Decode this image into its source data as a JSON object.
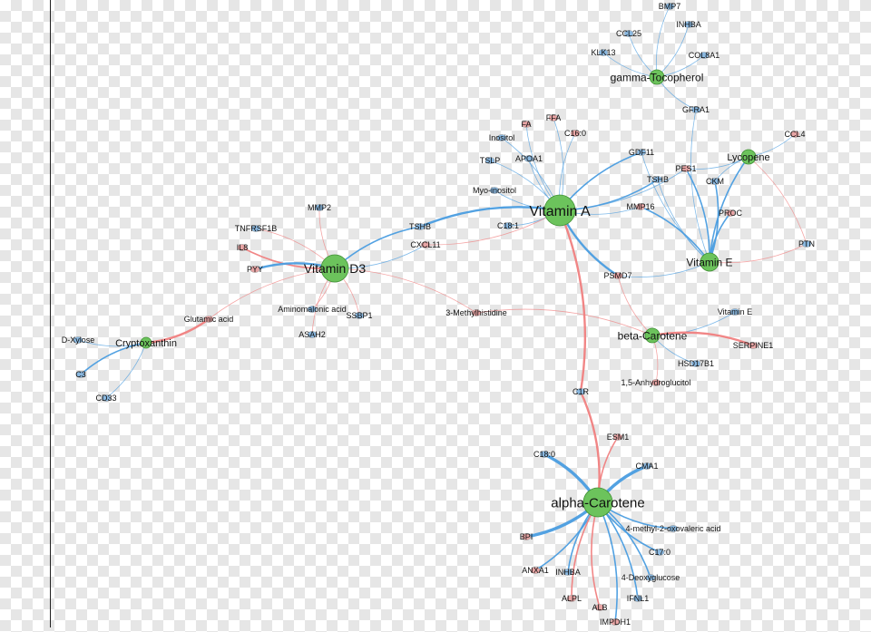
{
  "colors": {
    "positive": "#f08080",
    "negative": "#4a9de0",
    "hub_fill": "#6cc35c",
    "hub_stroke": "#3f8f33",
    "leaf_pos": "#e8a5a5",
    "leaf_neg": "#8ab8e0"
  },
  "hubs": [
    {
      "id": "vitA",
      "label": "Vitamin A"
    },
    {
      "id": "vitD3",
      "label": "Vitamin D3"
    },
    {
      "id": "vitE",
      "label": "Vitamin E"
    },
    {
      "id": "gtoc",
      "label": "gamma-Tocopherol"
    },
    {
      "id": "lyco",
      "label": "Lycopene"
    },
    {
      "id": "bcar",
      "label": "beta-Carotene"
    },
    {
      "id": "acar",
      "label": "alpha-Carotene"
    },
    {
      "id": "cryp",
      "label": "Cryptoxanthin"
    }
  ],
  "nodes": [
    {
      "id": "BMP7",
      "label": "BMP7",
      "type": "neg"
    },
    {
      "id": "INHBA1",
      "label": "INHBA",
      "type": "neg"
    },
    {
      "id": "CCL25",
      "label": "CCL25",
      "type": "neg"
    },
    {
      "id": "COL8A1",
      "label": "COL8A1",
      "type": "neg"
    },
    {
      "id": "KLK13",
      "label": "KLK13",
      "type": "neg"
    },
    {
      "id": "GFRA1",
      "label": "GFRA1",
      "type": "neg"
    },
    {
      "id": "FA",
      "label": "FA",
      "type": "pos"
    },
    {
      "id": "FFA",
      "label": "FFA",
      "type": "pos"
    },
    {
      "id": "C160",
      "label": "C16:0",
      "type": "pos"
    },
    {
      "id": "Inositol",
      "label": "Inositol",
      "type": "neg"
    },
    {
      "id": "GDF11",
      "label": "GDF11",
      "type": "neg"
    },
    {
      "id": "CCL4",
      "label": "CCL4",
      "type": "pos"
    },
    {
      "id": "TSLP",
      "label": "TSLP",
      "type": "neg"
    },
    {
      "id": "APOA1",
      "label": "APOA1",
      "type": "neg"
    },
    {
      "id": "PES1",
      "label": "PES1",
      "type": "pos"
    },
    {
      "id": "TSHB1",
      "label": "TSHB",
      "type": "neg"
    },
    {
      "id": "CKM",
      "label": "CKM",
      "type": "neg"
    },
    {
      "id": "MyoInositol",
      "label": "Myo-inositol",
      "type": "neg"
    },
    {
      "id": "MMP2",
      "label": "MMP2",
      "type": "neg"
    },
    {
      "id": "MMP16",
      "label": "MMP16",
      "type": "pos"
    },
    {
      "id": "PROC",
      "label": "PROC",
      "type": "pos"
    },
    {
      "id": "C181",
      "label": "C18:1",
      "type": "neg"
    },
    {
      "id": "TNFRSF1B",
      "label": "TNFRSF1B",
      "type": "neg"
    },
    {
      "id": "TSHB2",
      "label": "TSHB",
      "type": "neg"
    },
    {
      "id": "IL8",
      "label": "IL8",
      "type": "pos"
    },
    {
      "id": "CXCL11",
      "label": "CXCL11",
      "type": "pos"
    },
    {
      "id": "PTN",
      "label": "PTN",
      "type": "neg"
    },
    {
      "id": "PYY",
      "label": "PYY",
      "type": "pos"
    },
    {
      "id": "PSMD7",
      "label": "PSMD7",
      "type": "pos"
    },
    {
      "id": "Aminomalonic",
      "label": "Aminomalonic acid",
      "type": "neg"
    },
    {
      "id": "VitEleaf",
      "label": "Vitamin E",
      "type": "neg"
    },
    {
      "id": "Glutamic",
      "label": "Glutamic acid",
      "type": "pos"
    },
    {
      "id": "SSBP1",
      "label": "SSBP1",
      "type": "neg"
    },
    {
      "id": "Methylhist",
      "label": "3-Methylhistidine",
      "type": "pos"
    },
    {
      "id": "DXylose",
      "label": "D-Xylose",
      "type": "neg"
    },
    {
      "id": "ASAH2",
      "label": "ASAH2",
      "type": "neg"
    },
    {
      "id": "SERPINE1",
      "label": "SERPINE1",
      "type": "pos"
    },
    {
      "id": "C3",
      "label": "C3",
      "type": "neg"
    },
    {
      "id": "HSD17B1",
      "label": "HSD17B1",
      "type": "neg"
    },
    {
      "id": "Anhydro",
      "label": "1,5-Anhydroglucitol",
      "type": "pos"
    },
    {
      "id": "CD33",
      "label": "CD33",
      "type": "neg"
    },
    {
      "id": "C1R",
      "label": "C1R",
      "type": "neg"
    },
    {
      "id": "ESM1",
      "label": "ESM1",
      "type": "pos"
    },
    {
      "id": "C180",
      "label": "C18:0",
      "type": "neg"
    },
    {
      "id": "CMA1",
      "label": "CMA1",
      "type": "neg"
    },
    {
      "id": "MethylOxo",
      "label": "4-methyl-2-oxovaleric acid",
      "type": "neg"
    },
    {
      "id": "BPI",
      "label": "BPI",
      "type": "pos"
    },
    {
      "id": "C170",
      "label": "C17:0",
      "type": "neg"
    },
    {
      "id": "ANXA1",
      "label": "ANXA1",
      "type": "pos"
    },
    {
      "id": "INHBA2",
      "label": "INHBA",
      "type": "neg"
    },
    {
      "id": "Deoxyglucose",
      "label": "4-Deoxyglucose",
      "type": "neg"
    },
    {
      "id": "ALPL",
      "label": "ALPL",
      "type": "pos"
    },
    {
      "id": "IFNL1",
      "label": "IFNL1",
      "type": "neg"
    },
    {
      "id": "ALB",
      "label": "ALB",
      "type": "pos"
    },
    {
      "id": "IMPDH1",
      "label": "IMPDH1",
      "type": "pos"
    }
  ],
  "edges": [
    [
      "gtoc",
      "BMP7",
      "neg",
      1
    ],
    [
      "gtoc",
      "INHBA1",
      "neg",
      1
    ],
    [
      "gtoc",
      "CCL25",
      "neg",
      1
    ],
    [
      "gtoc",
      "COL8A1",
      "neg",
      1
    ],
    [
      "gtoc",
      "KLK13",
      "neg",
      1
    ],
    [
      "gtoc",
      "GFRA1",
      "neg",
      1
    ],
    [
      "vitA",
      "FA",
      "neg",
      1
    ],
    [
      "vitA",
      "FFA",
      "neg",
      1
    ],
    [
      "vitA",
      "C160",
      "neg",
      1
    ],
    [
      "vitA",
      "Inositol",
      "neg",
      1
    ],
    [
      "vitA",
      "GDF11",
      "neg",
      2
    ],
    [
      "vitA",
      "TSLP",
      "neg",
      1
    ],
    [
      "vitA",
      "APOA1",
      "neg",
      1
    ],
    [
      "vitA",
      "TSHB1",
      "neg",
      2
    ],
    [
      "vitA",
      "MyoInositol",
      "neg",
      1
    ],
    [
      "vitA",
      "MMP16",
      "neg",
      1
    ],
    [
      "vitA",
      "C181",
      "neg",
      1
    ],
    [
      "vitA",
      "TSHB2",
      "neg",
      3
    ],
    [
      "vitA",
      "CXCL11",
      "pos",
      1
    ],
    [
      "vitA",
      "PSMD7",
      "neg",
      3
    ],
    [
      "vitA",
      "C1R",
      "pos",
      3
    ],
    [
      "vitA",
      "PES1",
      "neg",
      1
    ],
    [
      "vitE",
      "GFRA1",
      "neg",
      1
    ],
    [
      "vitE",
      "PES1",
      "neg",
      2
    ],
    [
      "vitE",
      "TSHB1",
      "neg",
      1
    ],
    [
      "vitE",
      "CKM",
      "neg",
      2
    ],
    [
      "vitE",
      "PROC",
      "neg",
      2
    ],
    [
      "vitE",
      "MMP16",
      "neg",
      2
    ],
    [
      "vitE",
      "PSMD7",
      "neg",
      1
    ],
    [
      "vitE",
      "PTN",
      "pos",
      1
    ],
    [
      "vitE",
      "GDF11",
      "neg",
      1
    ],
    [
      "lyco",
      "CCL4",
      "neg",
      1
    ],
    [
      "lyco",
      "PTN",
      "pos",
      1
    ],
    [
      "lyco",
      "CKM",
      "neg",
      1
    ],
    [
      "lyco",
      "PES1",
      "neg",
      1
    ],
    [
      "lyco",
      "vitE",
      "neg",
      2
    ],
    [
      "vitD3",
      "MMP2",
      "pos",
      1
    ],
    [
      "vitD3",
      "TNFRSF1B",
      "pos",
      1
    ],
    [
      "vitD3",
      "IL8",
      "pos",
      2
    ],
    [
      "vitD3",
      "PYY",
      "neg",
      3
    ],
    [
      "vitD3",
      "TSHB2",
      "neg",
      2
    ],
    [
      "vitD3",
      "CXCL11",
      "neg",
      1
    ],
    [
      "vitD3",
      "Aminomalonic",
      "pos",
      1
    ],
    [
      "vitD3",
      "Glutamic",
      "pos",
      1
    ],
    [
      "vitD3",
      "SSBP1",
      "pos",
      1
    ],
    [
      "vitD3",
      "ASAH2",
      "pos",
      1
    ],
    [
      "vitD3",
      "Methylhist",
      "pos",
      1
    ],
    [
      "bcar",
      "VitEleaf",
      "neg",
      1
    ],
    [
      "bcar",
      "SERPINE1",
      "pos",
      3
    ],
    [
      "bcar",
      "HSD17B1",
      "neg",
      1
    ],
    [
      "bcar",
      "Anhydro",
      "pos",
      1
    ],
    [
      "bcar",
      "Methylhist",
      "pos",
      1
    ],
    [
      "bcar",
      "PSMD7",
      "pos",
      1
    ],
    [
      "cryp",
      "Glutamic",
      "pos",
      3
    ],
    [
      "cryp",
      "DXylose",
      "neg",
      1
    ],
    [
      "cryp",
      "C3",
      "neg",
      2
    ],
    [
      "cryp",
      "CD33",
      "neg",
      1
    ],
    [
      "acar",
      "C1R",
      "pos",
      3
    ],
    [
      "acar",
      "ESM1",
      "pos",
      2
    ],
    [
      "acar",
      "C180",
      "neg",
      4
    ],
    [
      "acar",
      "CMA1",
      "neg",
      4
    ],
    [
      "acar",
      "MethylOxo",
      "neg",
      2
    ],
    [
      "acar",
      "BPI",
      "neg",
      4
    ],
    [
      "acar",
      "C170",
      "neg",
      2
    ],
    [
      "acar",
      "ANXA1",
      "neg",
      2
    ],
    [
      "acar",
      "INHBA2",
      "neg",
      2
    ],
    [
      "acar",
      "Deoxyglucose",
      "neg",
      2
    ],
    [
      "acar",
      "ALPL",
      "pos",
      2
    ],
    [
      "acar",
      "IFNL1",
      "neg",
      2
    ],
    [
      "acar",
      "ALB",
      "pos",
      2
    ],
    [
      "acar",
      "IMPDH1",
      "neg",
      2
    ]
  ]
}
